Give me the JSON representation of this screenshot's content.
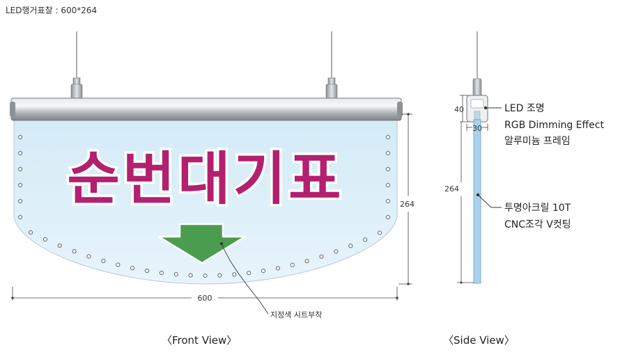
{
  "header": {
    "title": "LED행거표찰 : 600*264"
  },
  "front": {
    "sign_text": "순번대기표",
    "dim_width": "600",
    "dim_height": "264",
    "callout": "지정색 시트부착",
    "caption": "〈Front View〉",
    "colors": {
      "text": "#b2206f",
      "panel": "#d9eef8",
      "arrow": "#4a9d4e",
      "frame": "#b9bcbf"
    }
  },
  "side": {
    "dim_40": "40",
    "dim_30": "30",
    "dim_264": "264",
    "label1": [
      "LED 조명",
      "RGB Dimming Effect",
      "알루미늄 프레임"
    ],
    "label2": [
      "투명아크릴 10T",
      "CNC조각 V컷팅"
    ],
    "caption": "〈Side View〉"
  }
}
